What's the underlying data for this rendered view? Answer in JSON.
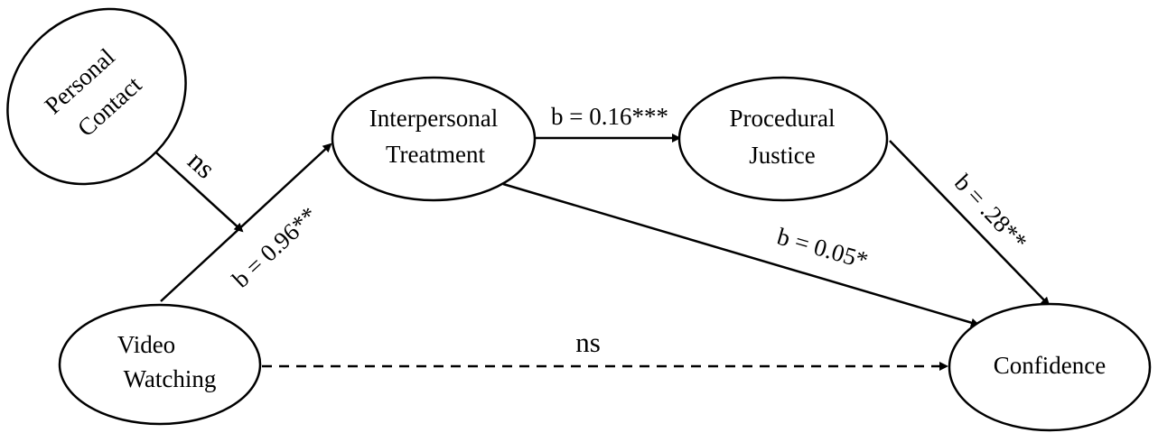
{
  "nodes": {
    "personal_contact": {
      "line1": "Personal",
      "line2": "Contact"
    },
    "video_watching": {
      "line1": "Video",
      "line2": "Watching"
    },
    "interpersonal_treatment": {
      "line1": "Interpersonal",
      "line2": "Treatment"
    },
    "procedural_justice": {
      "line1": "Procedural",
      "line2": "Justice"
    },
    "confidence": {
      "label": "Confidence"
    }
  },
  "edges": {
    "contact_to_path": {
      "label": "ns",
      "style": "solid"
    },
    "video_to_treatment": {
      "label": "b = 0.96**",
      "style": "solid"
    },
    "treatment_to_justice": {
      "label": "b = 0.16***",
      "style": "solid"
    },
    "treatment_to_confidence": {
      "label": "b = 0.05*",
      "style": "solid"
    },
    "justice_to_confidence": {
      "label": "b = .28**",
      "style": "solid"
    },
    "video_to_confidence": {
      "label": "ns",
      "style": "dashed"
    }
  },
  "colors": {
    "stroke": "#000000",
    "fill": "#ffffff",
    "text": "#000000"
  }
}
